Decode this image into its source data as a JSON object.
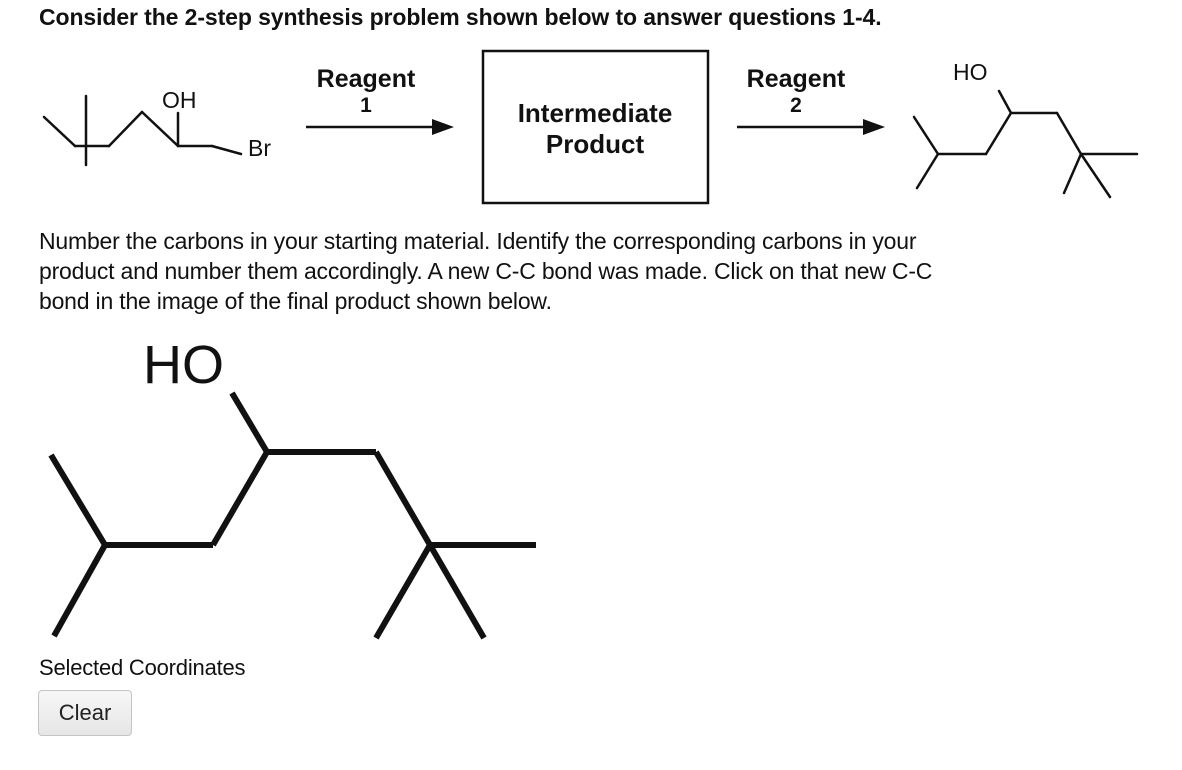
{
  "question": {
    "heading": "Consider the 2-step synthesis problem shown below to answer questions 1-4.",
    "instructions": [
      "Number the carbons in your starting material. Identify the corresponding carbons in your",
      "product and number them accordingly. A new C-C bond was made. Click on that new C-C",
      "bond in the image of the final product shown below."
    ]
  },
  "scheme": {
    "starting_material": {
      "oh_label": "OH",
      "br_label": "Br"
    },
    "reagent1": {
      "line1": "Reagent",
      "line2": "1"
    },
    "intermediate": {
      "line1": "Intermediate",
      "line2": "Product"
    },
    "reagent2": {
      "line1": "Reagent",
      "line2": "2"
    },
    "final_product": {
      "ho_label": "HO"
    }
  },
  "product_image": {
    "ho_label": "HO"
  },
  "selection": {
    "label": "Selected Coordinates",
    "clear_label": "Clear"
  }
}
